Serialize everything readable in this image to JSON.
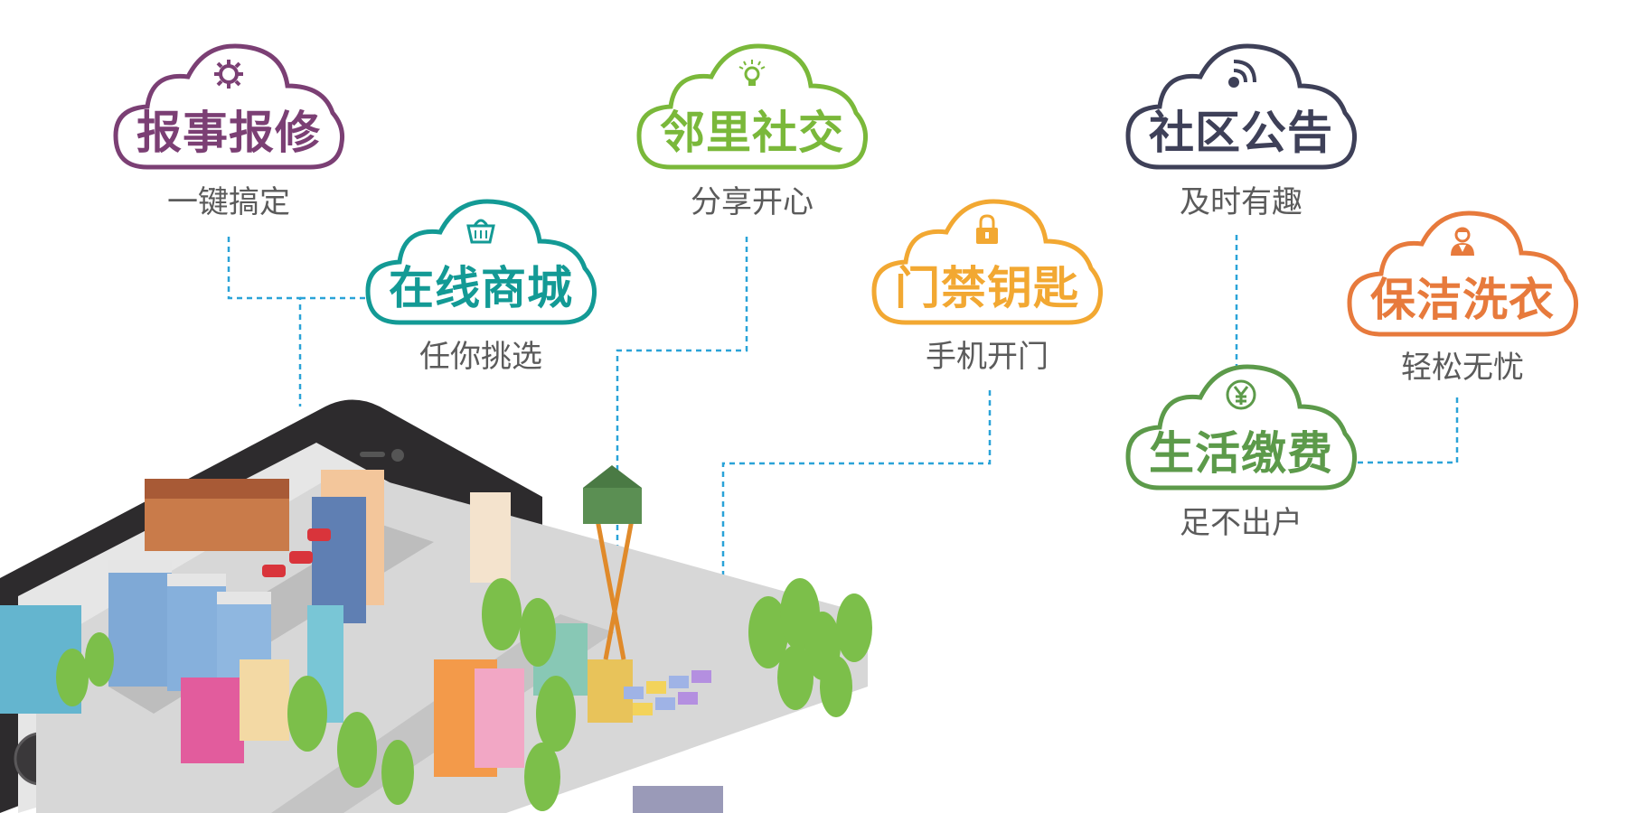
{
  "services": [
    {
      "title": "报事报修",
      "subtitle": "一键搞定",
      "icon": "gear-icon",
      "color": "#7b3f74"
    },
    {
      "title": "在线商城",
      "subtitle": "任你挑选",
      "icon": "basket-icon",
      "color": "#139a95"
    },
    {
      "title": "邻里社交",
      "subtitle": "分享开心",
      "icon": "lightbulb-icon",
      "color": "#7ab83a"
    },
    {
      "title": "门禁钥匙",
      "subtitle": "手机开门",
      "icon": "lock-icon",
      "color": "#f2a832"
    },
    {
      "title": "社区公告",
      "subtitle": "及时有趣",
      "icon": "signal-icon",
      "color": "#3e4058"
    },
    {
      "title": "生活缴费",
      "subtitle": "足不出户",
      "icon": "yen-icon",
      "color": "#5c9a4a"
    },
    {
      "title": "保洁洗衣",
      "subtitle": "轻松无忧",
      "icon": "cleaner-icon",
      "color": "#e77a3c"
    }
  ],
  "connector_color": "#2aa3d8"
}
